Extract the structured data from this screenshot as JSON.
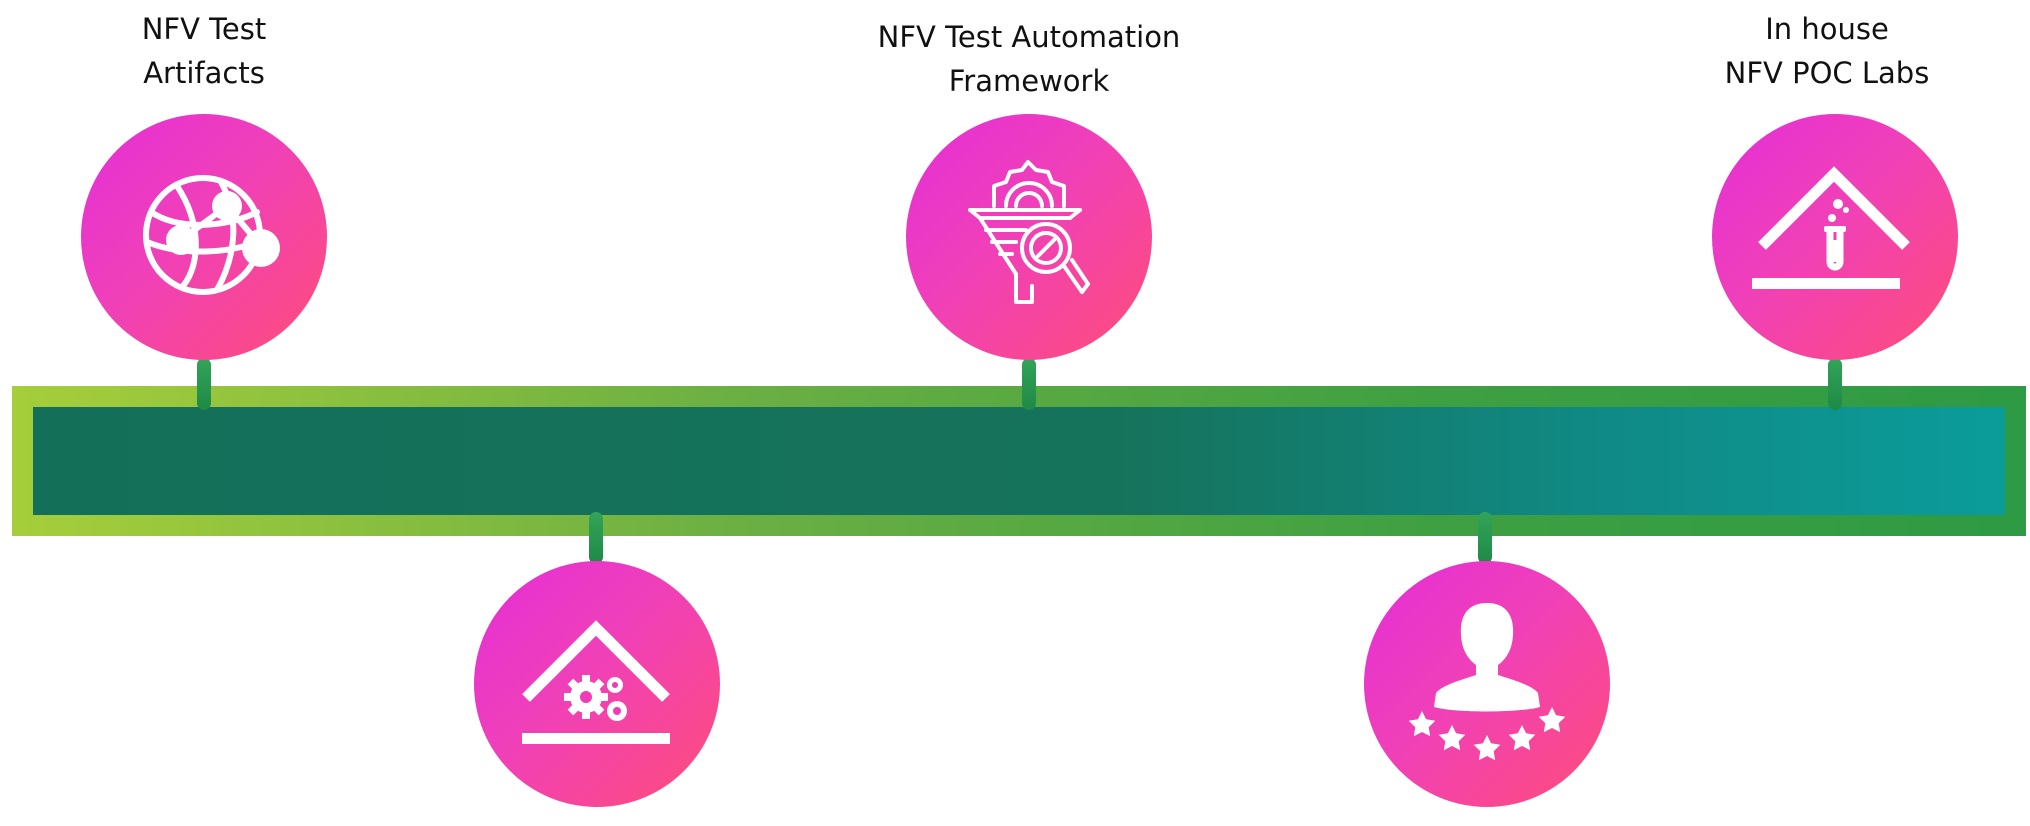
{
  "nodes": [
    {
      "id": "nfv-test-artifacts",
      "lines": [
        "NFV Test",
        "Artifacts"
      ],
      "icon": "network-globe-icon",
      "position": "top"
    },
    {
      "id": "node-2",
      "lines": [],
      "icon": "house-gears-icon",
      "position": "bottom"
    },
    {
      "id": "nfv-test-automation-framework",
      "lines": [
        "NFV Test  Automation",
        "Framework"
      ],
      "icon": "funnel-magnifier-icon",
      "position": "top"
    },
    {
      "id": "node-4",
      "lines": [],
      "icon": "user-rating-stars-icon",
      "position": "bottom"
    },
    {
      "id": "in-house-nfv-poc-labs",
      "lines": [
        "In house",
        "NFV POC Labs"
      ],
      "icon": "house-lab-tube-icon",
      "position": "top"
    }
  ],
  "colors": {
    "circle_gradient": [
      "#e42ed8",
      "#ff4d78"
    ],
    "timeline_outer": [
      "#a6ce3b",
      "#2e9a44"
    ],
    "timeline_inner": [
      "#146f59",
      "#0b9c9a"
    ],
    "connector": "#2a9a50"
  }
}
